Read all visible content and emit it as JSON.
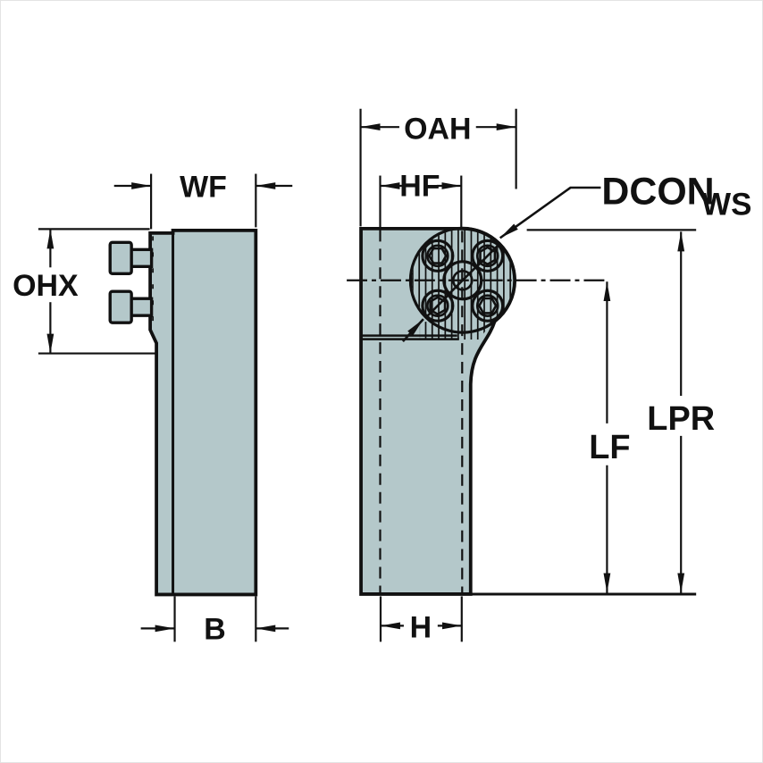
{
  "drawing": {
    "background_color": "#ffffff",
    "line_color": "#111111",
    "body_fill_color": "#b4c8ca",
    "description": "Two-view engineering drawing of a tool block with bolted flange",
    "views": [
      {
        "id": "side-view",
        "position": "left",
        "features": "clamping plate with two cap screws"
      },
      {
        "id": "front-view",
        "position": "right",
        "features": "hatched circular flange with four screws and center hole"
      }
    ],
    "labels": {
      "WF": "WF",
      "OHX": "OHX",
      "B": "B",
      "OAH": "OAH",
      "HF": "HF",
      "DCON": "DCON",
      "DCON_SUB": "WS",
      "LF": "LF",
      "LPR": "LPR",
      "H": "H"
    }
  }
}
